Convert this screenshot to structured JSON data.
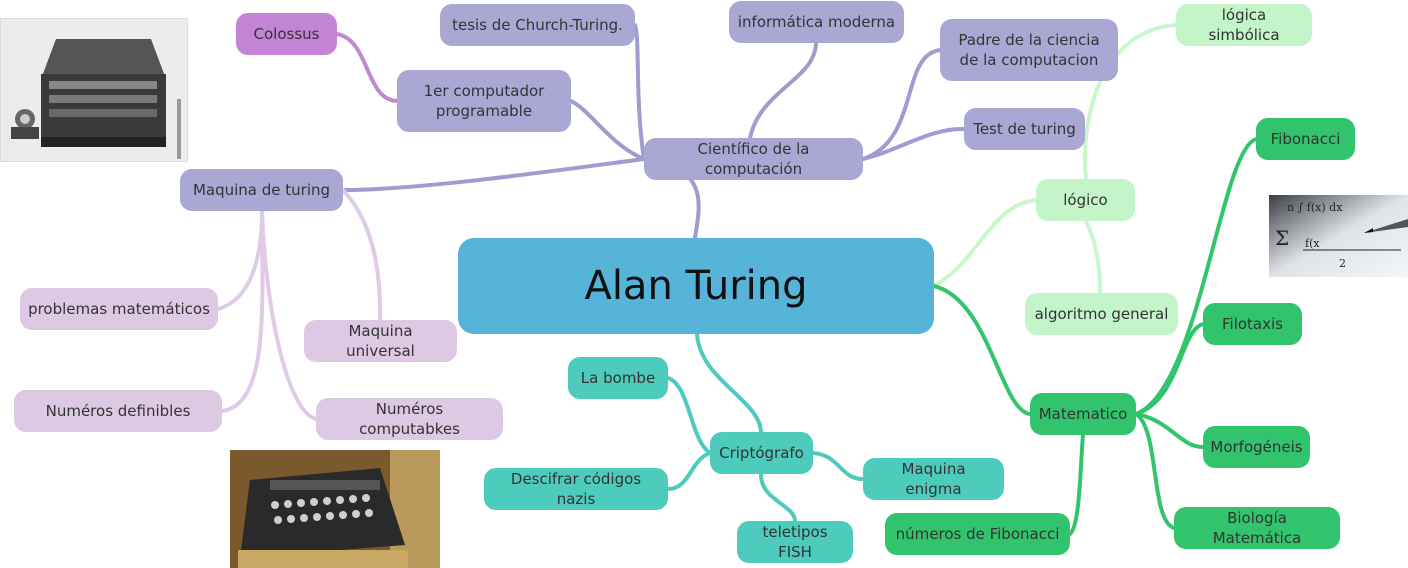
{
  "colors": {
    "root": "#56b4d9",
    "purple": "#aba7d4",
    "purple_line": "#a09bd0",
    "violet": "#c384d6",
    "violet_line": "#c08ad2",
    "lilac": "#ddc9e4",
    "lilac_line": "#e0cbe6",
    "teal": "#4dcbbd",
    "teal_line": "#4dcbbd",
    "green": "#31c46c",
    "green_line": "#32c56c",
    "lightgreen": "#c3f5c8",
    "lightgreen_line": "#c9f7c9"
  },
  "central": {
    "label": "Alan Turing"
  },
  "branches": {
    "cientifico": "Científico de la computación",
    "turing_machine": "Maquina de turing",
    "colossus": "Colossus",
    "primer_computador": "1er computador programable",
    "church_turing": "tesis de Church-Turing.",
    "informatica_moderna": "informática moderna",
    "padre": "Padre de la ciencia de la computacion",
    "test_turing": "Test de turing",
    "problemas": "problemas matemáticos",
    "maquina_universal": "Maquina universal",
    "numeros_definibles": "Numéros definibles",
    "numeros_computables": "Numéros computabkes",
    "logico": "lógico",
    "logica_simbolica": "lógica simbólica",
    "algoritmo": "algoritmo general",
    "matematico": "Matematico",
    "fibonacci": "Fibonacci",
    "filotaxis": "Filotaxis",
    "morfogeneis": "Morfogéneis",
    "biologia": "Biología Matemática",
    "numeros_fibonacci": "números de Fibonacci",
    "criptografo": "Criptógrafo",
    "la_bombe": "La bombe",
    "descifrar": "Descifrar códigos nazis",
    "maquina_enigma": "Maquina enigma",
    "teletipos": "teletipos FISH"
  },
  "images": {
    "enigma_photo_bw": "enigma-machine-photo",
    "math_formula_photo": "math-formula-photo",
    "enigma_photo_color": "enigma-machine-color-photo"
  }
}
